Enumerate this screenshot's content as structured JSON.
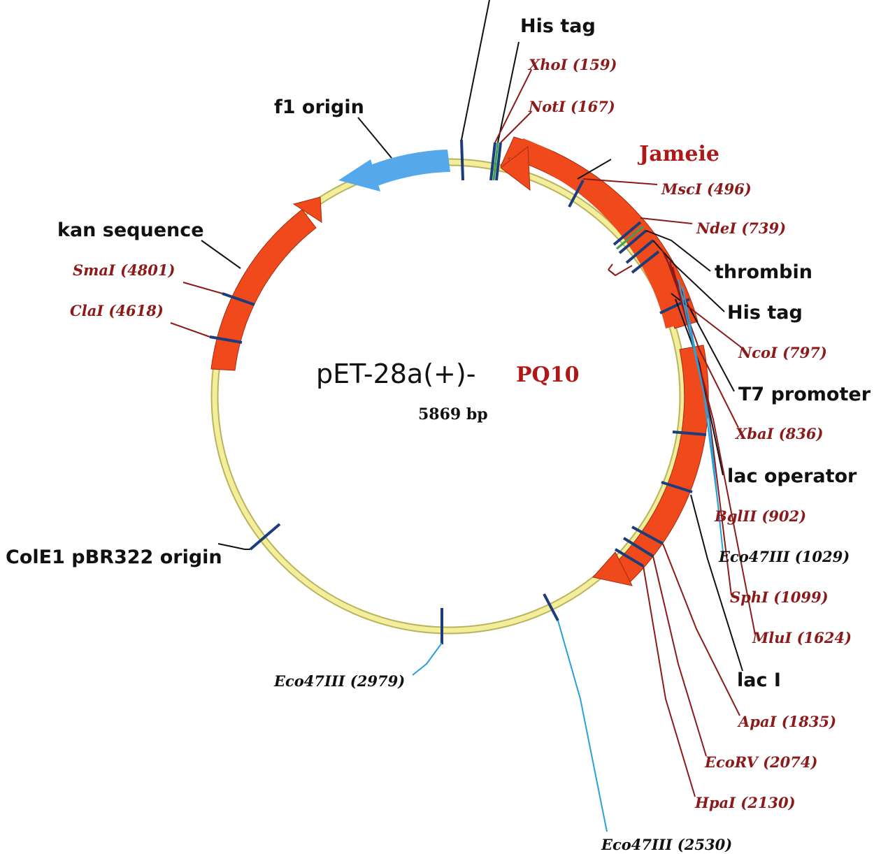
{
  "plasmid": {
    "name": "pET-28a(+)-",
    "insert": "PQ10",
    "size": "5869 bp",
    "insert_label": "Jameie"
  },
  "features": {
    "his_tag_top": "His tag",
    "f1_origin": "f1 origin",
    "kan_sequence": "kan sequence",
    "thrombin": "thrombin",
    "his_tag_mid": "His tag",
    "t7_promoter": "T7 promoter",
    "lac_operator": "lac operator",
    "lac_i": "lac I",
    "cole1_origin": "ColE1 pBR322 origin"
  },
  "sites": {
    "xhoi": "XhoI (159)",
    "noti": "NotI (167)",
    "msci": "MscI (496)",
    "ndei": "NdeI (739)",
    "ncoi": "NcoI (797)",
    "xbai": "XbaI (836)",
    "bglii": "BglII (902)",
    "eco47iii_1029": "Eco47III (1029)",
    "sphi": "SphI (1099)",
    "mlui": "MluI (1624)",
    "apai": "ApaI (1835)",
    "ecorv": "EcoRV (2074)",
    "hpai": "HpaI (2130)",
    "eco47iii_2530": "Eco47III (2530)",
    "eco47iii_2979": "Eco47III (2979)",
    "smai": "SmaI (4801)",
    "clai": "ClaI (4618)"
  },
  "colors": {
    "backbone": "#f2ee9c",
    "backbone_edge": "#b9b45a",
    "orange_feature": "#f04a1c",
    "f1_feature": "#55a9ea",
    "site_line_red": "#8b1a1a",
    "site_line_blue": "#2a9fd8",
    "tick": "#1c3d7a"
  }
}
